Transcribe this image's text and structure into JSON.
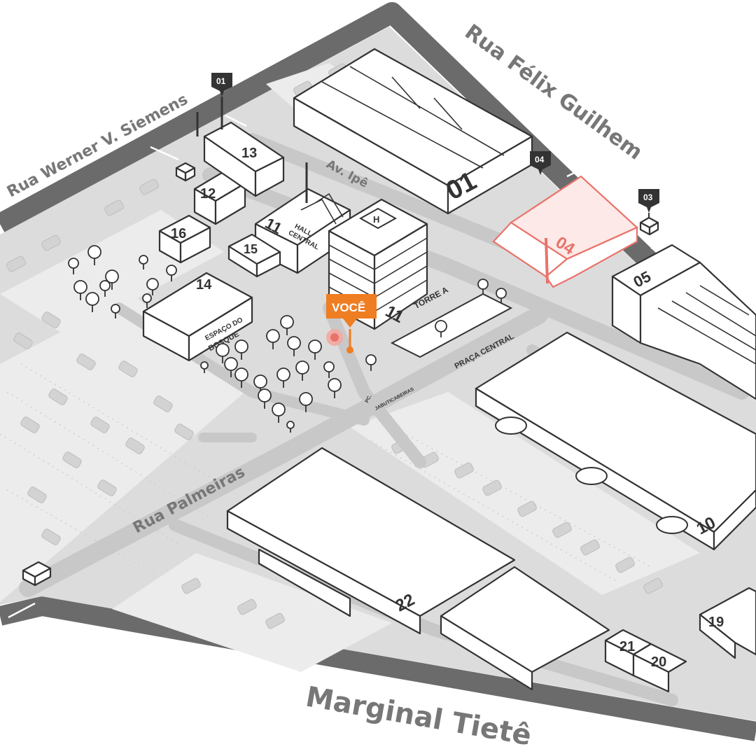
{
  "streets": {
    "werner": "Rua Werner V. Siemens",
    "felix": "Rua Félix Guilhem",
    "palmeiras": "Rua Palmeiras",
    "marginal": "Marginal Tietê",
    "ipe": "Av. Ipê"
  },
  "buildings": {
    "b01": "01",
    "b04": "04",
    "b05": "05",
    "b10": "10",
    "b11_hall": "11",
    "b11_torre": "11",
    "b12": "12",
    "b13": "13",
    "b14": "14",
    "b15": "15",
    "b16": "16",
    "b19": "19",
    "b20": "20",
    "b21": "21",
    "b22": "22"
  },
  "labels": {
    "hall": "HALL",
    "central": "CENTRAL",
    "torre_a": "TORRE A",
    "helipad": "H",
    "espaco_do": "ESPAÇO DO",
    "bosque": "BOSQUE",
    "praca_central": "PRAÇA CENTRAL",
    "pc": "PC.",
    "jabuticabeiras": "JABUTICABEIRAS"
  },
  "gates": {
    "g01": "01",
    "g03": "03",
    "g04": "04"
  },
  "you_are_here": "VOCÊ",
  "colors": {
    "ground": "#d9d9d9",
    "border_road": "#6b6b6b",
    "highlight": "#e8736b",
    "marker": "#ef7d22",
    "street_text": "#777777"
  }
}
